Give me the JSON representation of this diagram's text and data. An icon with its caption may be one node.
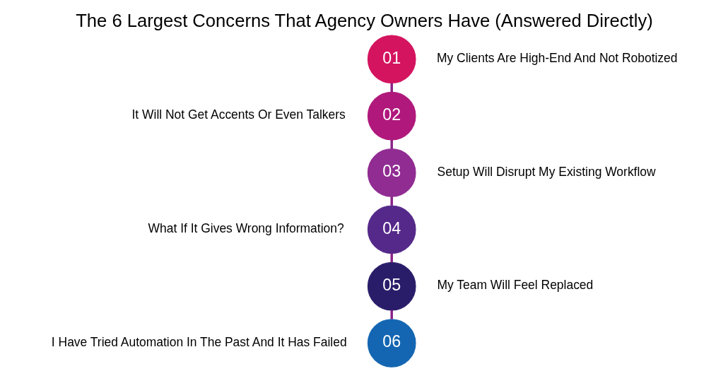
{
  "diagram": {
    "title": "The 6 Largest Concerns That Agency Owners Have (Answered Directly)",
    "nodes": [
      {
        "text": [
          "01"
        ],
        "beside": [
          "My Clients Are High-End And Not Robotized"
        ]
      },
      {
        "text": [
          "02"
        ],
        "beside": [
          "It Will Not Get Accents Or Even Talkers"
        ]
      },
      {
        "text": [
          "03"
        ],
        "beside": [
          "Setup Will Disrupt My Existing Workflow"
        ]
      },
      {
        "text": [
          "04"
        ],
        "beside": [
          "What If It Gives Wrong Information?"
        ]
      },
      {
        "text": [
          "05"
        ],
        "beside": [
          "My Team Will Feel Replaced"
        ]
      },
      {
        "text": [
          "06"
        ],
        "beside": [
          "I Have Tried Automation In The Past And It Has Failed"
        ]
      }
    ],
    "edges": [
      {
        "from": 0,
        "to": 1,
        "arrow": "none"
      },
      {
        "from": 1,
        "to": 2,
        "arrow": "none"
      },
      {
        "from": 2,
        "to": 3,
        "arrow": "none"
      },
      {
        "from": 3,
        "to": 4,
        "arrow": "none"
      },
      {
        "from": 4,
        "to": 5,
        "arrow": "none"
      }
    ]
  }
}
